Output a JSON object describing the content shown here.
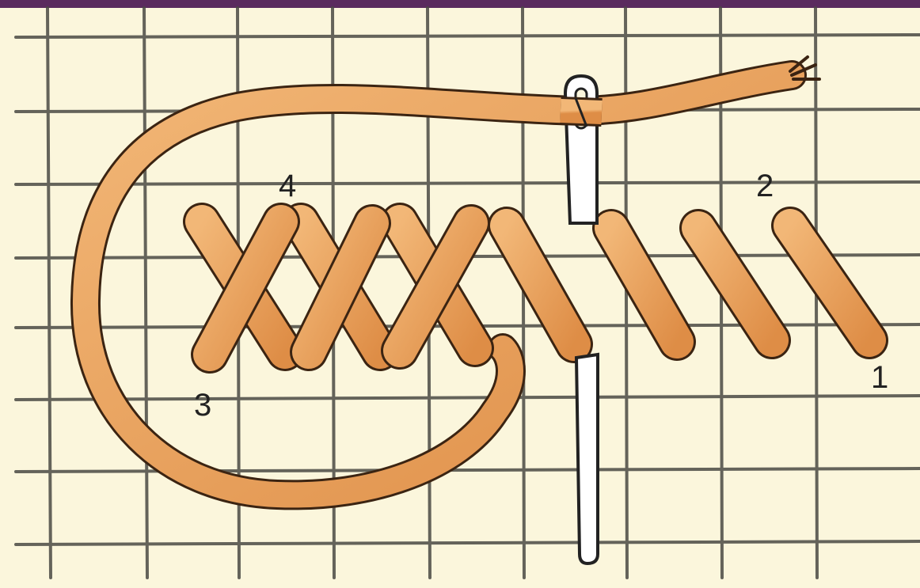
{
  "step_labels": {
    "one": "1",
    "two": "2",
    "three": "3",
    "four": "4"
  },
  "colors": {
    "paper": "#fbf6dc",
    "grid": "#4a4a44",
    "thread": "#e9a05a",
    "thread_outline": "#3b2412",
    "needle": "#ffffff",
    "needle_outline": "#222222",
    "top_border": "#5a2a5e"
  },
  "icons": [
    "graph-paper-grid",
    "embroidery-thread",
    "sewing-needle"
  ]
}
